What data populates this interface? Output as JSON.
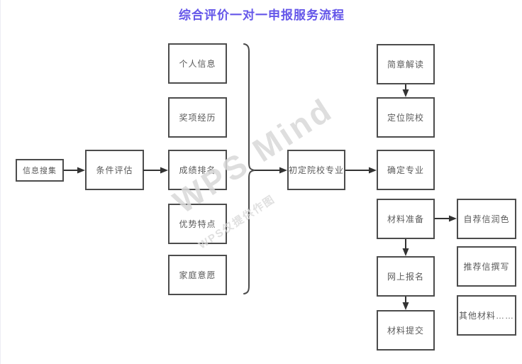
{
  "title": "综合评价一对一申报服务流程",
  "colors": {
    "title": "#6456e9",
    "box_border": "#4c4c4c",
    "box_text": "#5a5a5a",
    "arrow": "#333333",
    "watermark": "#d9d9d9"
  },
  "watermark": {
    "big": "WPS Mind",
    "small": "WPS仅提供作图"
  },
  "nodes": {
    "info_collect": {
      "label": "信息搜集"
    },
    "condition_eval": {
      "label": "条件评估"
    },
    "personal_info": {
      "label": "个人信息"
    },
    "awards": {
      "label": "奖项经历"
    },
    "grade_rank": {
      "label": "成绩排名"
    },
    "strengths": {
      "label": "优势特点"
    },
    "family_wish": {
      "label": "家庭意愿"
    },
    "initial_school": {
      "label": "初定院校专业"
    },
    "brochure": {
      "label": "简章解读"
    },
    "position_school": {
      "label": "定位院校"
    },
    "confirm_major": {
      "label": "确定专业"
    },
    "material_prep": {
      "label": "材料准备"
    },
    "online_register": {
      "label": "网上报名"
    },
    "material_submit": {
      "label": "材料提交"
    },
    "self_letter": {
      "label": "自荐信润色"
    },
    "recommend_letter": {
      "label": "推荐信撰写"
    },
    "other_materials": {
      "label": "其他材料……"
    }
  }
}
